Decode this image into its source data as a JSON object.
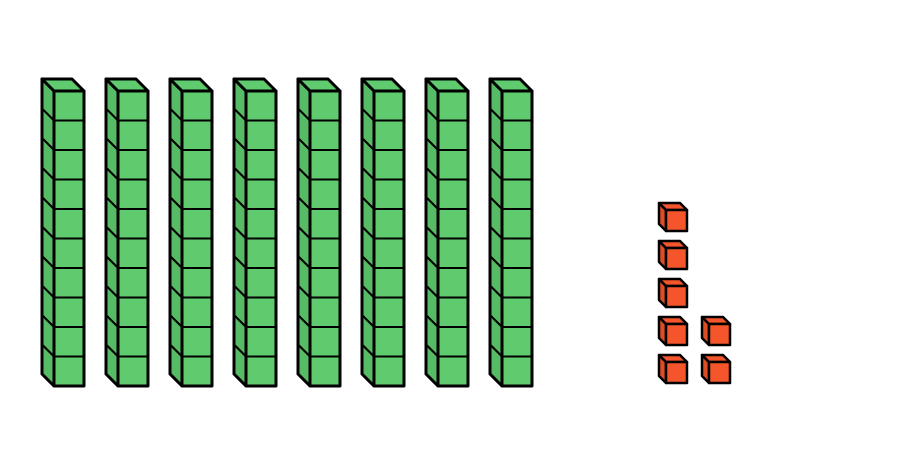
{
  "blocks": {
    "ten_rods": {
      "count": 8,
      "cubes_per_rod": 10,
      "face_color": "#5FCA6E",
      "outline_color": "#000000"
    },
    "unit_cubes": {
      "columns": [
        5,
        2
      ],
      "face_color": "#F4552A",
      "outline_color": "#000000"
    }
  }
}
